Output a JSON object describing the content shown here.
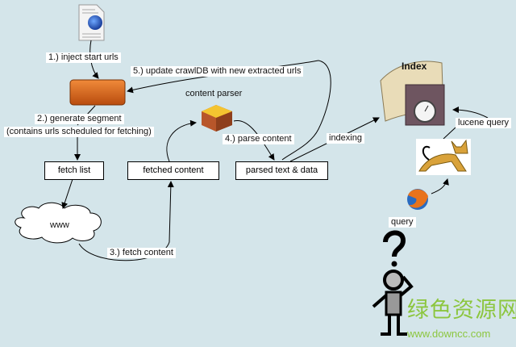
{
  "steps": {
    "inject": "1.) inject start urls",
    "update": "5.) update crawlDB with new extracted urls",
    "generate_1": "2.) generate segment",
    "generate_2": "(contains urls scheduled for fetching)",
    "parse": "4.) parse content",
    "fetch": "3.) fetch content"
  },
  "nodes": {
    "content_parser": "content parser",
    "fetch_list": "fetch list",
    "fetched_content": "fetched content",
    "parsed_text": "parsed text & data",
    "www": "www",
    "index": "Index"
  },
  "edges": {
    "indexing": "indexing",
    "lucene_query": "lucene query",
    "query": "query"
  },
  "icons": [
    "document-globe-icon",
    "crawldb-cylinder-icon",
    "package-box-icon",
    "cloud-icon",
    "index-book-stopwatch-icon",
    "tomcat-icon",
    "firefox-icon",
    "question-mark-icon",
    "thinking-person-icon"
  ],
  "colors": {
    "background": "#d4e5ea",
    "crawldb": "#e0661a",
    "watermark": "#8cc63f"
  },
  "watermark": {
    "cn": "绿色资源网",
    "url": "www.downcc.com"
  }
}
